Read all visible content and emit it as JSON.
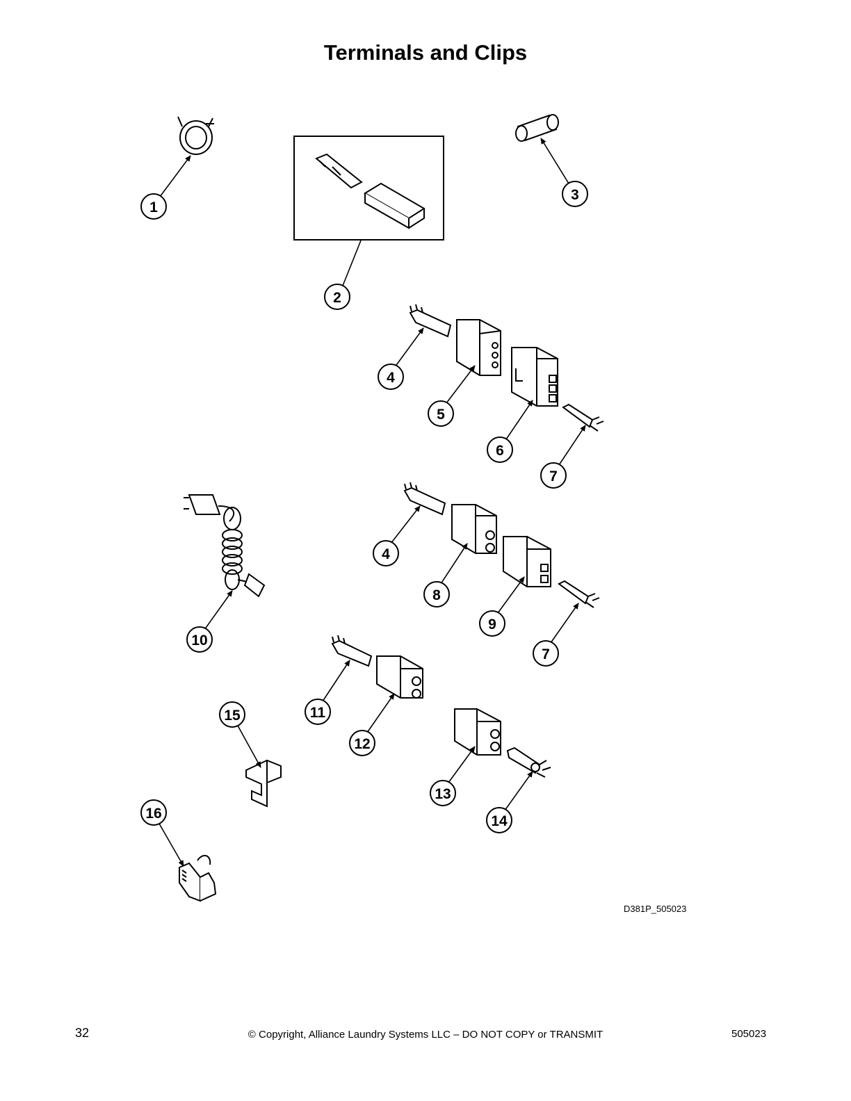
{
  "page": {
    "title": "Terminals and Clips",
    "drawing_id": "D381P_505023",
    "page_number": "32",
    "copyright": "© Copyright, Alliance Laundry Systems LLC – DO NOT COPY or TRANSMIT",
    "document_number": "505023"
  },
  "callouts": [
    {
      "label": "1"
    },
    {
      "label": "2"
    },
    {
      "label": "3"
    },
    {
      "label": "4"
    },
    {
      "label": "5"
    },
    {
      "label": "6"
    },
    {
      "label": "7"
    },
    {
      "label": "4"
    },
    {
      "label": "8"
    },
    {
      "label": "9"
    },
    {
      "label": "7"
    },
    {
      "label": "10"
    },
    {
      "label": "11"
    },
    {
      "label": "12"
    },
    {
      "label": "15"
    },
    {
      "label": "13"
    },
    {
      "label": "14"
    },
    {
      "label": "16"
    }
  ]
}
